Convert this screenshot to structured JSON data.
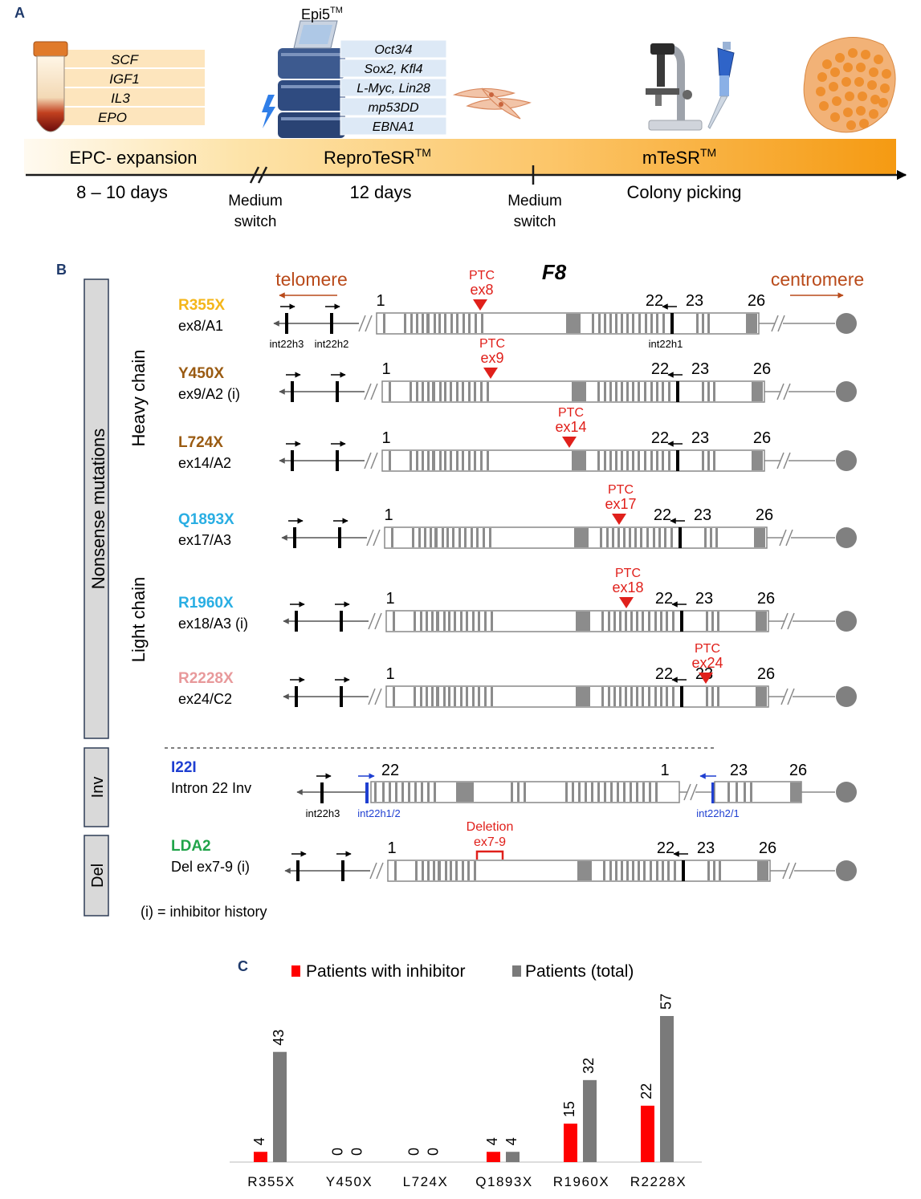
{
  "panel_a": {
    "letter": "A",
    "cytokines": [
      "SCF",
      "IGF1",
      "IL3",
      "EPO"
    ],
    "epi5_label": "Epi5",
    "tm": "TM",
    "epi5_factors": [
      "Oct3/4",
      "Sox2, Kfl4",
      "L-Myc, Lin28",
      "mp53DD",
      "EBNA1"
    ],
    "phases": {
      "epc": "EPC- expansion",
      "reprotesr": "ReproTeSR",
      "mtesr": "mTeSR"
    },
    "durations": {
      "epc": "8 – 10 days",
      "repro": "12 days",
      "picking": "Colony picking"
    },
    "medium_switch_1": [
      "Medium",
      "switch"
    ],
    "medium_switch_2": [
      "Medium",
      "switch"
    ]
  },
  "panel_b": {
    "letter": "B",
    "gene": "F8",
    "telomere": "telomere",
    "centromere": "centromere",
    "side_labels": {
      "nonsense": "Nonsense mutations",
      "heavy": "Heavy chain",
      "light": "Light chain",
      "inv": "Inv",
      "del": "Del"
    },
    "exon_numbers": {
      "e1": "1",
      "e22": "22",
      "e23": "23",
      "e26": "26"
    },
    "homolog_labels": {
      "h3": "int22h3",
      "h2": "int22h2",
      "h1": "int22h1",
      "h12": "int22h1/2",
      "h21": "int22h2/1"
    },
    "ptc_word": "PTC",
    "mutations": [
      {
        "id": "R355X",
        "desc": "ex8/A1",
        "color": "#f4b61a",
        "ptc": "ex8"
      },
      {
        "id": "Y450X",
        "desc": "ex9/A2 (i)",
        "color": "#9a5b12",
        "ptc": "ex9"
      },
      {
        "id": "L724X",
        "desc": "ex14/A2",
        "color": "#9a5b12",
        "ptc": "ex14"
      },
      {
        "id": "Q1893X",
        "desc": "ex17/A3",
        "color": "#29aee3",
        "ptc": "ex17"
      },
      {
        "id": "R1960X",
        "desc": "ex18/A3 (i)",
        "color": "#29aee3",
        "ptc": "ex18"
      },
      {
        "id": "R2228X",
        "desc": "ex24/C2",
        "color": "#e8999b",
        "ptc": "ex24"
      }
    ],
    "inversion": {
      "id": "I22I",
      "desc": "Intron 22 Inv",
      "color": "#1f3fd1"
    },
    "deletion": {
      "id": "LDA2",
      "desc": "Del ex7-9 (i)",
      "color": "#21a44a",
      "label": "Deletion",
      "range": "ex7-9"
    },
    "footnote": "(i) = inhibitor history"
  },
  "panel_c": {
    "letter": "C",
    "legend": [
      "Patients with inhibitor",
      "Patients (total)"
    ],
    "colors": {
      "inhibitor": "#ff0000",
      "total": "#7a7a7a"
    }
  },
  "chart_data": {
    "type": "bar",
    "categories": [
      "R355X",
      "Y450X",
      "L724X",
      "Q1893X",
      "R1960X",
      "R2228X"
    ],
    "series": [
      {
        "name": "Patients with inhibitor",
        "values": [
          4,
          0,
          0,
          4,
          15,
          22
        ]
      },
      {
        "name": "Patients (total)",
        "values": [
          43,
          0,
          0,
          4,
          32,
          57
        ]
      }
    ],
    "ylim": [
      0,
      57
    ],
    "grid": false,
    "legend_position": "top"
  }
}
